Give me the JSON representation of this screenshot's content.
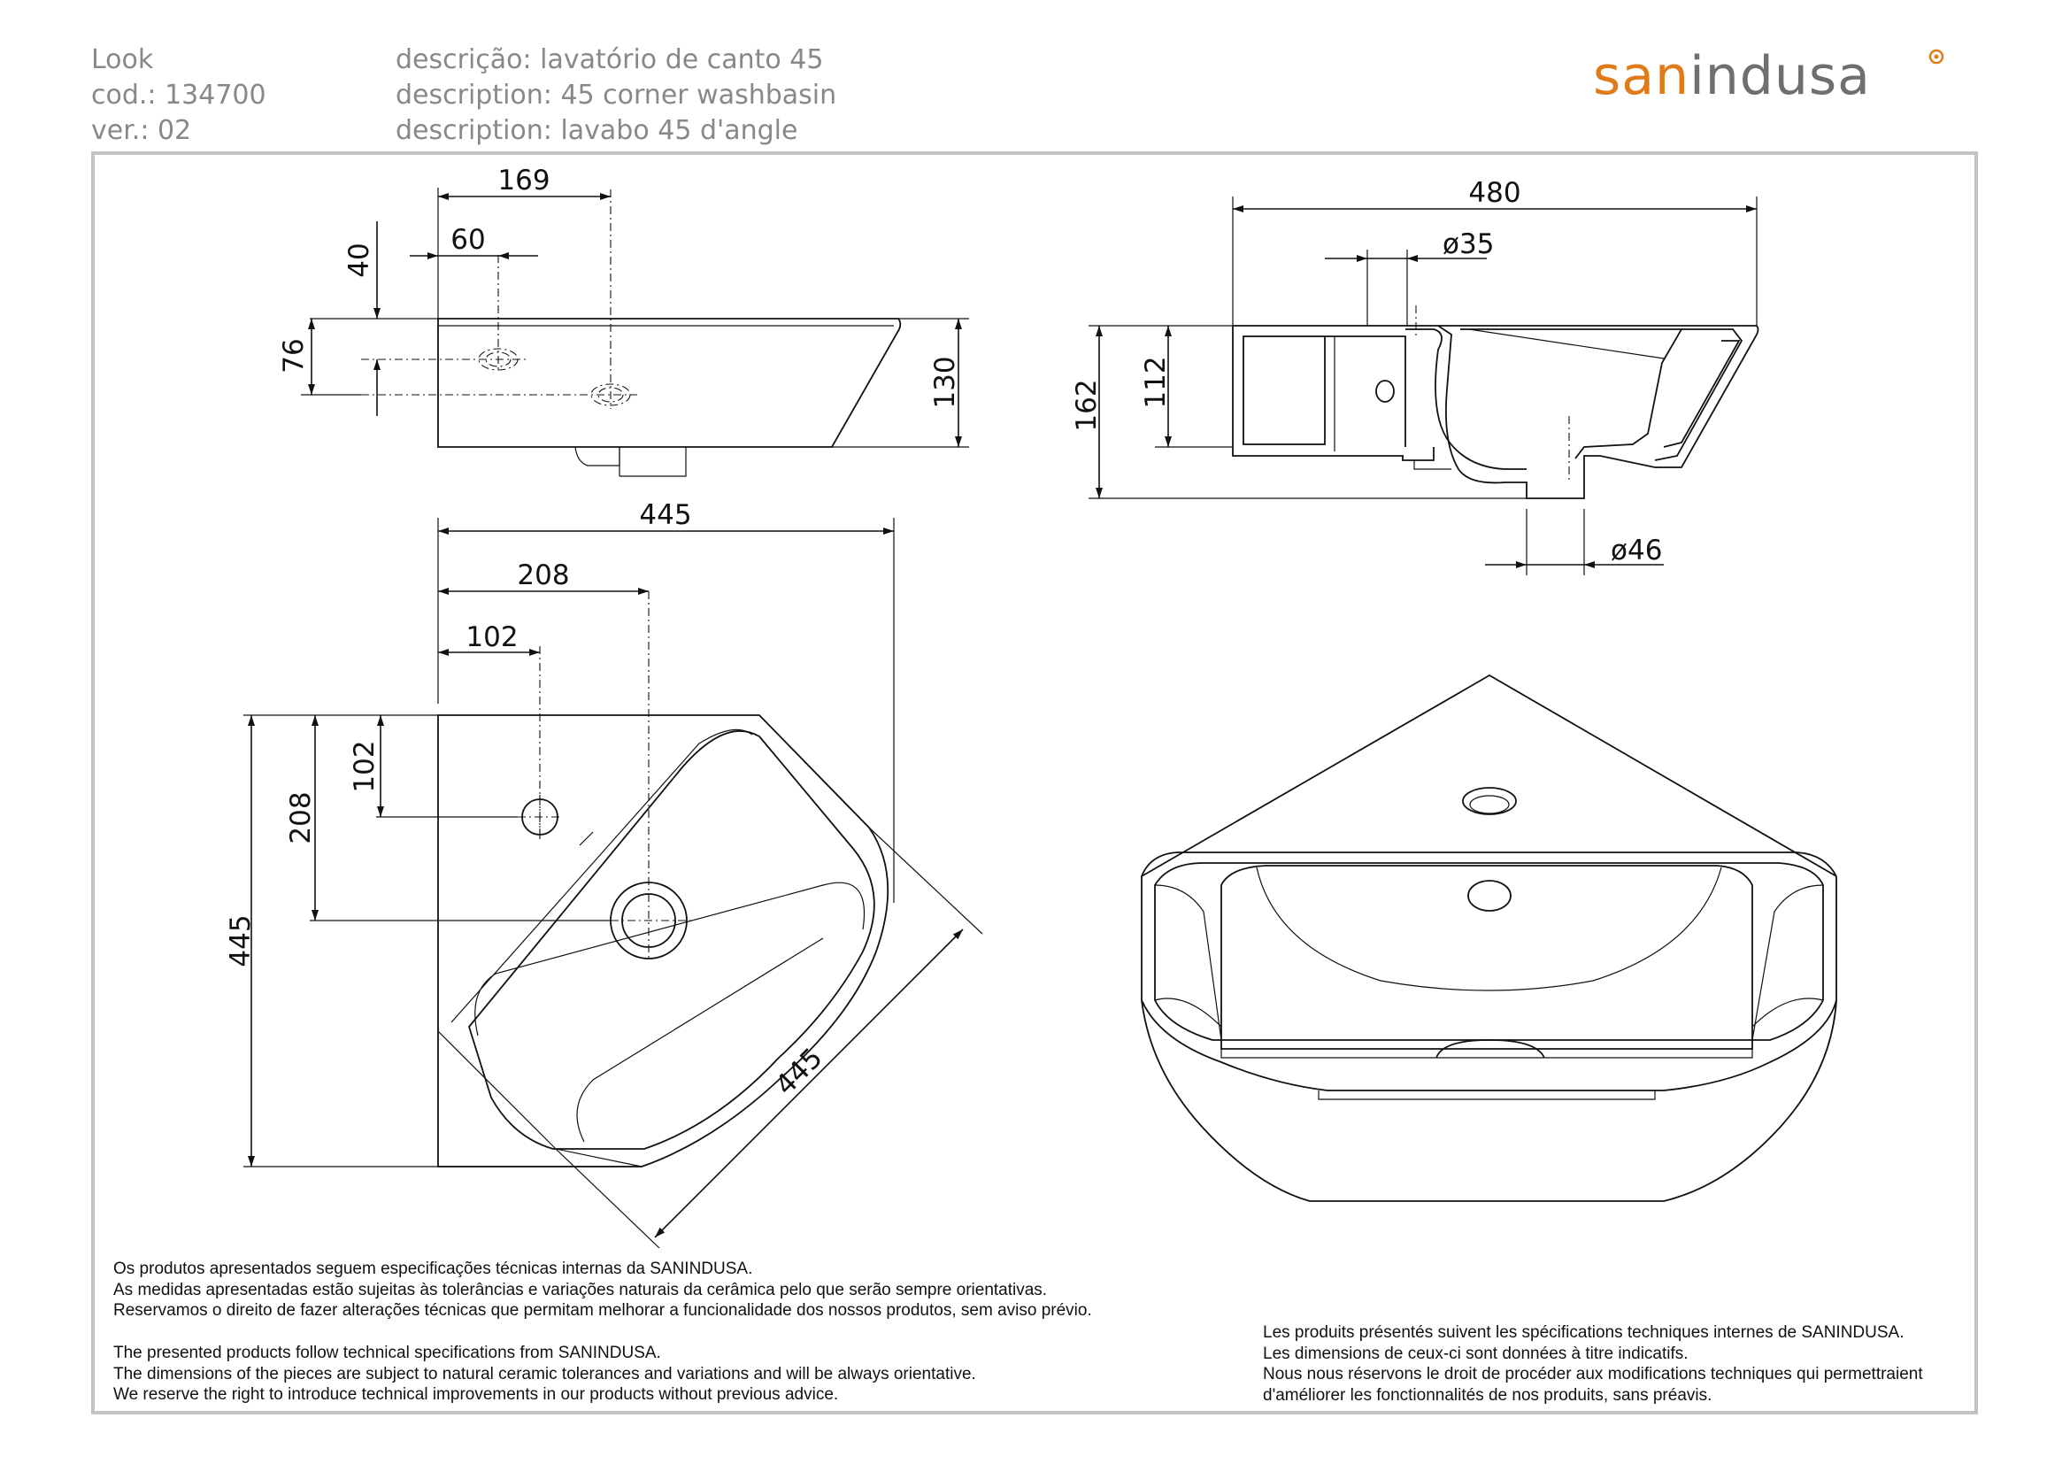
{
  "header": {
    "model": "Look",
    "code": "cod.: 134700",
    "version": "ver.: 02",
    "desc_pt": "descrição: lavatório de canto 45",
    "desc_en": "description: 45 corner washbasin",
    "desc_fr": "description: lavabo 45 d'angle"
  },
  "brand": {
    "name_light": "san",
    "name_rest": "indusa",
    "accent_color": "#e07b1a",
    "gray_color": "#6f6f6f"
  },
  "dimensions": {
    "side_view": {
      "d169": "169",
      "d60": "60",
      "d40": "40",
      "d76": "76",
      "d130": "130"
    },
    "section_view": {
      "d480": "480",
      "d35": "ø35",
      "d162": "162",
      "d112": "112",
      "d46": "ø46"
    },
    "top_view": {
      "d445_top": "445",
      "d208_top": "208",
      "d102_top": "102",
      "d102_side": "102",
      "d208_side": "208",
      "d445_side": "445",
      "d445_diag": "445"
    }
  },
  "notes": {
    "pt": [
      "Os produtos apresentados seguem especificações técnicas internas da SANINDUSA.",
      "As medidas apresentadas estão sujeitas às tolerâncias e variações naturais da cerâmica pelo que serão sempre orientativas.",
      "Reservamos o direito de fazer alterações técnicas que permitam melhorar a funcionalidade dos nossos produtos, sem aviso prévio."
    ],
    "en": [
      "The presented products follow technical specifications from SANINDUSA.",
      "The dimensions of the pieces are subject to natural ceramic tolerances and variations and will be always orientative.",
      "We reserve the right to introduce technical improvements in our products without previous advice."
    ],
    "fr": [
      "Les produits présentés suivent les spécifications techniques internes de SANINDUSA.",
      "Les dimensions de ceux-ci sont données à titre indicatifs.",
      "Nous nous réservons le droit de procéder aux modifications techniques qui permettraient",
      "d'améliorer les fonctionnalités de nos produits, sans préavis."
    ]
  }
}
